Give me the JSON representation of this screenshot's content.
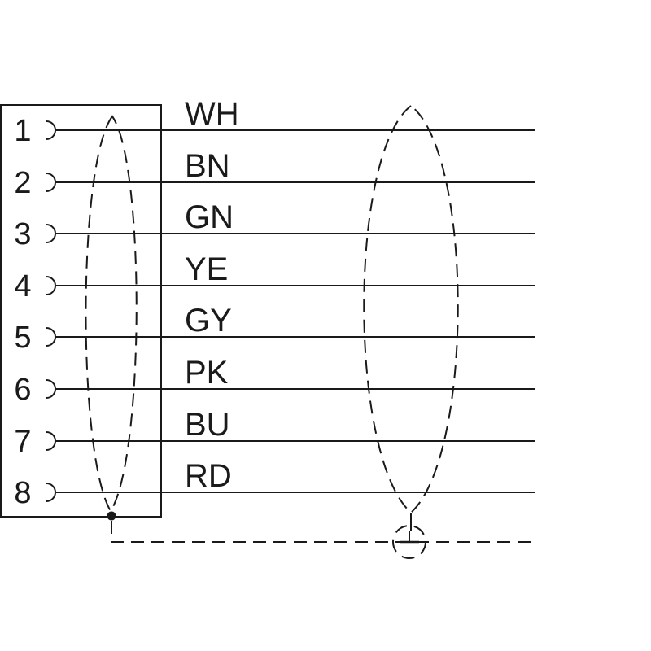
{
  "diagram": {
    "pins": [
      {
        "number": "1",
        "wire": "WH"
      },
      {
        "number": "2",
        "wire": "BN"
      },
      {
        "number": "3",
        "wire": "GN"
      },
      {
        "number": "4",
        "wire": "YE"
      },
      {
        "number": "5",
        "wire": "GY"
      },
      {
        "number": "6",
        "wire": "PK"
      },
      {
        "number": "7",
        "wire": "BU"
      },
      {
        "number": "8",
        "wire": "RD"
      }
    ],
    "shield": {
      "connected_to_ground": true
    },
    "colors": {
      "line": "#1a1a1a",
      "background": "#ffffff"
    }
  }
}
